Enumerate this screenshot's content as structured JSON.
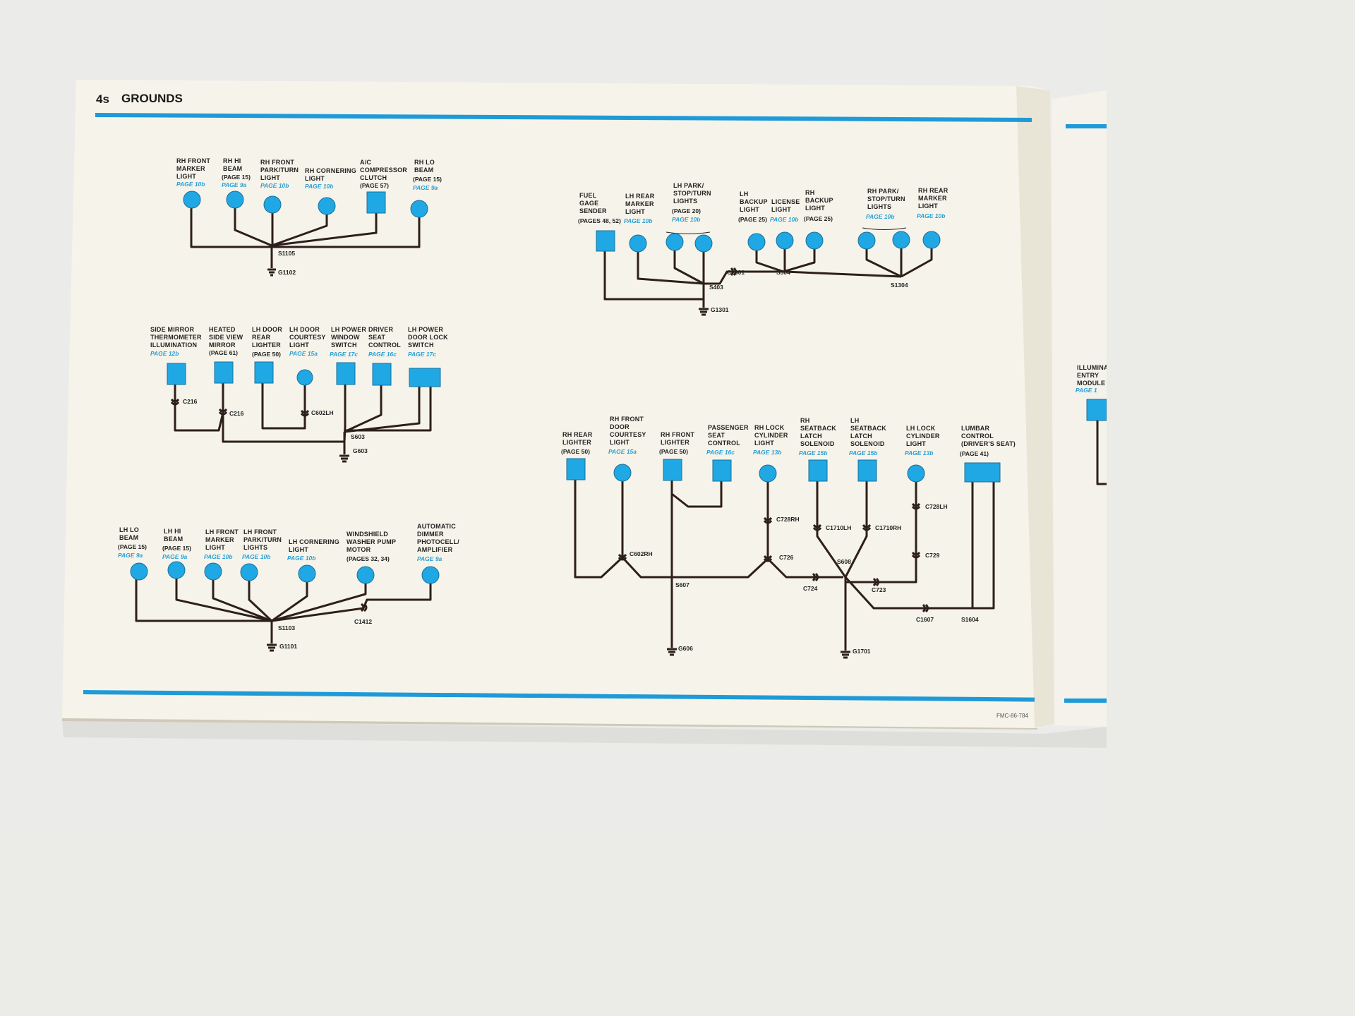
{
  "header": {
    "number": "4s",
    "title": "GROUNDS"
  },
  "footer": {
    "code": "FMC-86-784"
  },
  "colors": {
    "accent_blue": "#1f9ad8",
    "component_blue": "#20a8e4",
    "wire": "#2e1f1a",
    "paper": "#f7f5ec"
  },
  "diagrams": [
    {
      "ground": "G1102",
      "splices": [
        "S1105"
      ],
      "components": [
        {
          "label": [
            "RH FRONT",
            "MARKER",
            "LIGHT"
          ],
          "page": "PAGE 10b",
          "shape": "circle"
        },
        {
          "label": [
            "RH HI",
            "BEAM"
          ],
          "page": "PAGE 9a",
          "page_print": "(PAGE 15)",
          "shape": "circle"
        },
        {
          "label": [
            "RH FRONT",
            "PARK/TURN",
            "LIGHT"
          ],
          "page": "PAGE 10b",
          "shape": "circle"
        },
        {
          "label": [
            "RH CORNERING",
            "LIGHT"
          ],
          "page": "PAGE 10b",
          "shape": "circle"
        },
        {
          "label": [
            "A/C",
            "COMPRESSOR",
            "CLUTCH"
          ],
          "page": "(PAGE 57)",
          "shape": "square"
        },
        {
          "label": [
            "RH LO",
            "BEAM"
          ],
          "page": "PAGE 9a",
          "page_print": "(PAGE 15)",
          "shape": "circle"
        }
      ]
    },
    {
      "ground": "G603",
      "splices": [
        "S603"
      ],
      "connectors": [
        "C216",
        "C216",
        "C602LH"
      ],
      "components": [
        {
          "label": [
            "SIDE MIRROR",
            "THERMOMETER",
            "ILLUMINATION"
          ],
          "page": "PAGE 12b",
          "shape": "square"
        },
        {
          "label": [
            "HEATED",
            "SIDE VIEW",
            "MIRROR"
          ],
          "page": "(PAGE 61)",
          "shape": "square"
        },
        {
          "label": [
            "LH DOOR",
            "REAR",
            "LIGHTER"
          ],
          "page": "(PAGE 50)",
          "shape": "square"
        },
        {
          "label": [
            "LH DOOR",
            "COURTESY",
            "LIGHT"
          ],
          "page": "PAGE 15a",
          "shape": "circle"
        },
        {
          "label": [
            "LH POWER",
            "WINDOW",
            "SWITCH"
          ],
          "page": "PAGE 17c",
          "shape": "square"
        },
        {
          "label": [
            "DRIVER",
            "SEAT",
            "CONTROL"
          ],
          "page": "PAGE 16c",
          "shape": "square"
        },
        {
          "label": [
            "LH POWER",
            "DOOR LOCK",
            "SWITCH"
          ],
          "page": "PAGE 17c",
          "shape": "rect"
        }
      ]
    },
    {
      "ground": "G1101",
      "splices": [
        "S1103"
      ],
      "connectors": [
        "C1412"
      ],
      "components": [
        {
          "label": [
            "LH LO",
            "BEAM"
          ],
          "page": "PAGE 9a",
          "page_print": "(PAGE 15)",
          "shape": "circle"
        },
        {
          "label": [
            "LH HI",
            "BEAM"
          ],
          "page": "PAGE 9a",
          "page_print": "(PAGE 15)",
          "shape": "circle"
        },
        {
          "label": [
            "LH FRONT",
            "MARKER",
            "LIGHT"
          ],
          "page": "PAGE 10b",
          "shape": "circle"
        },
        {
          "label": [
            "LH FRONT",
            "PARK/TURN",
            "LIGHTS"
          ],
          "page": "PAGE 10b",
          "shape": "circle"
        },
        {
          "label": [
            "LH CORNERING",
            "LIGHT"
          ],
          "page": "PAGE 10b",
          "shape": "circle"
        },
        {
          "label": [
            "WINDSHIELD",
            "WASHER PUMP",
            "MOTOR"
          ],
          "page": "(PAGES 32, 34)",
          "shape": "circle"
        },
        {
          "label": [
            "AUTOMATIC",
            "DIMMER",
            "PHOTOCELL/",
            "AMPLIFIER"
          ],
          "page": "PAGE 9a",
          "shape": "circle"
        }
      ]
    },
    {
      "ground": "G1301",
      "splices": [
        "S403",
        "S504",
        "S1304"
      ],
      "connectors": [
        "C1301"
      ],
      "components": [
        {
          "label": [
            "FUEL",
            "GAGE",
            "SENDER"
          ],
          "page": "(PAGES 48, 52)",
          "shape": "square"
        },
        {
          "label": [
            "LH REAR",
            "MARKER",
            "LIGHT"
          ],
          "page": "PAGE 10b",
          "shape": "circle"
        },
        {
          "label": [
            "LH PARK/",
            "STOP/TURN",
            "LIGHTS"
          ],
          "page": "(PAGE 20)",
          "page2": "PAGE 10b",
          "shape": "circle2"
        },
        {
          "label": [
            "LH",
            "BACKUP",
            "LIGHT"
          ],
          "page": "(PAGE 25)",
          "shape": "circle"
        },
        {
          "label": [
            "LICENSE",
            "LIGHT"
          ],
          "page": "PAGE 10b",
          "shape": "circle"
        },
        {
          "label": [
            "RH",
            "BACKUP",
            "LIGHT"
          ],
          "page": "(PAGE 25)",
          "shape": "circle"
        },
        {
          "label": [
            "RH PARK/",
            "STOP/TURN",
            "LIGHTS"
          ],
          "page": "PAGE 10b",
          "shape": "circle2"
        },
        {
          "label": [
            "RH REAR",
            "MARKER",
            "LIGHT"
          ],
          "page": "PAGE 10b",
          "shape": "circle"
        }
      ]
    },
    {
      "grounds": [
        "G606",
        "G1701"
      ],
      "splices": [
        "S607",
        "S608",
        "S1604"
      ],
      "connectors": [
        "C602RH",
        "C728RH",
        "C726",
        "C724",
        "C1710LH",
        "C1710RH",
        "C723",
        "C728LH",
        "C729",
        "C1607"
      ],
      "components": [
        {
          "label": [
            "RH REAR",
            "LIGHTER"
          ],
          "page": "(PAGE 50)",
          "shape": "square"
        },
        {
          "label": [
            "RH FRONT",
            "DOOR",
            "COURTESY",
            "LIGHT"
          ],
          "page": "PAGE 15a",
          "shape": "circle"
        },
        {
          "label": [
            "RH FRONT",
            "LIGHTER"
          ],
          "page": "(PAGE 50)",
          "shape": "square"
        },
        {
          "label": [
            "PASSENGER",
            "SEAT",
            "CONTROL"
          ],
          "page": "PAGE 16c",
          "shape": "square"
        },
        {
          "label": [
            "RH LOCK",
            "CYLINDER",
            "LIGHT"
          ],
          "page": "PAGE 13b",
          "shape": "circle"
        },
        {
          "label": [
            "RH",
            "SEATBACK",
            "LATCH",
            "SOLENOID"
          ],
          "page": "PAGE 15b",
          "shape": "square"
        },
        {
          "label": [
            "LH",
            "SEATBACK",
            "LATCH",
            "SOLENOID"
          ],
          "page": "PAGE 15b",
          "shape": "square"
        },
        {
          "label": [
            "LH LOCK",
            "CYLINDER",
            "LIGHT"
          ],
          "page": "PAGE 13b",
          "shape": "circle"
        },
        {
          "label": [
            "LUMBAR",
            "CONTROL",
            "(DRIVER'S SEAT)"
          ],
          "page": "(PAGE 41)",
          "shape": "rect"
        }
      ]
    },
    {
      "partial_label": [
        "ILLUMINA",
        "ENTRY",
        "MODULE"
      ],
      "partial_page": "PAGE 1"
    }
  ]
}
